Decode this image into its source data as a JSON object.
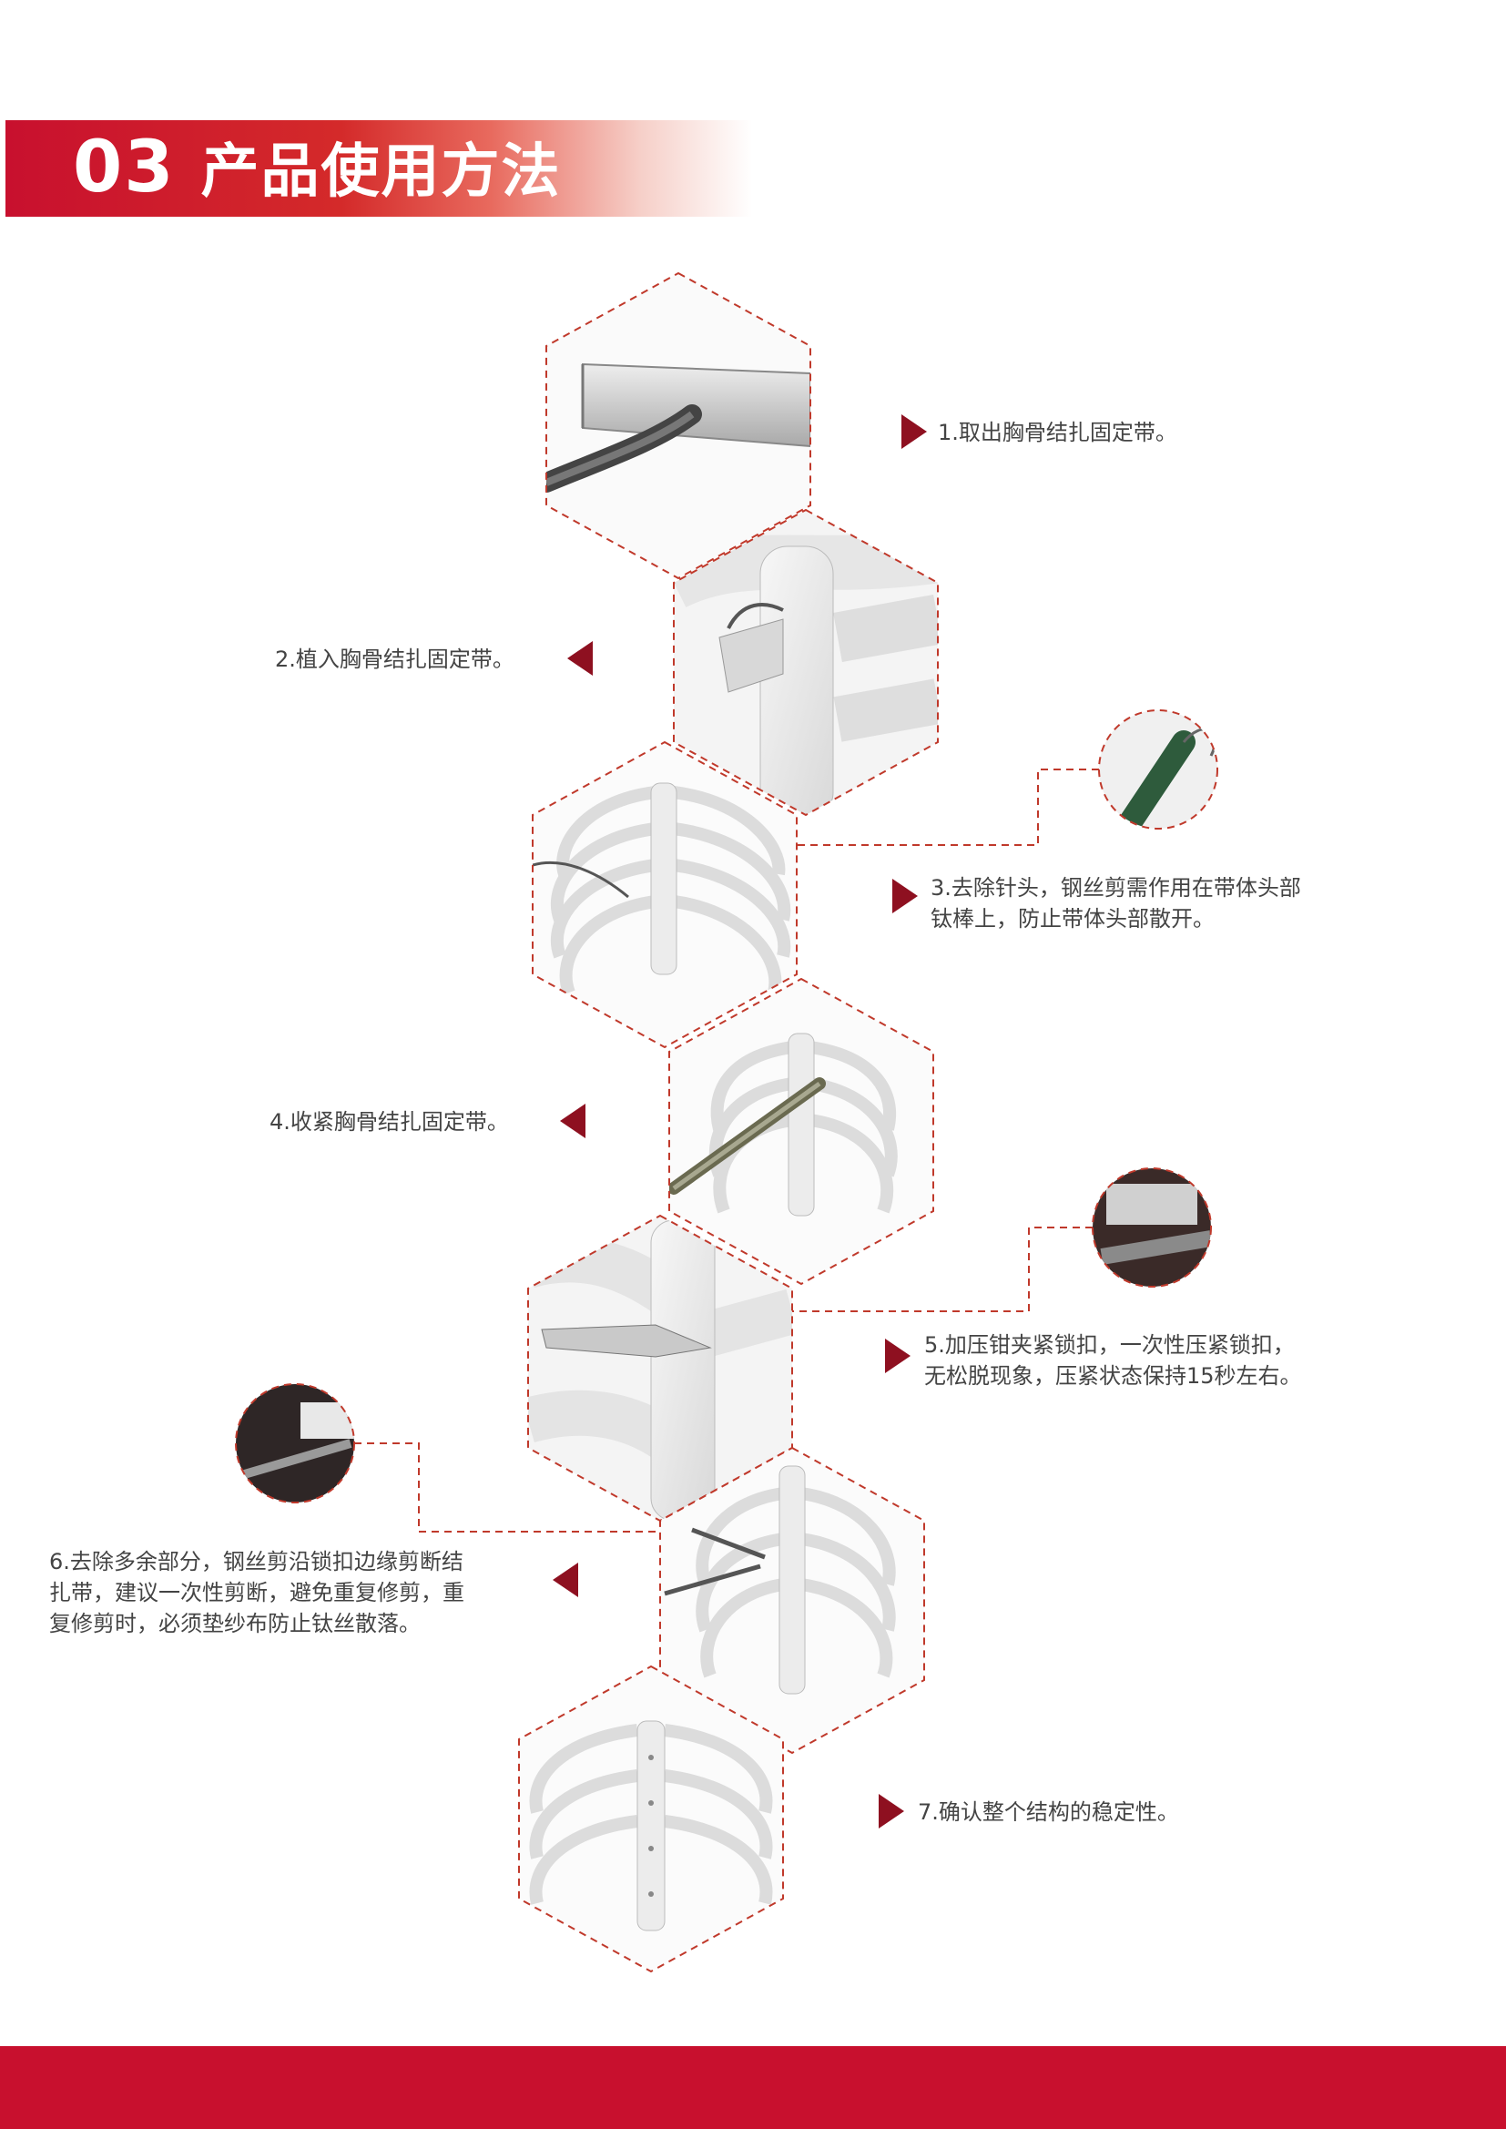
{
  "header": {
    "section_number": "03",
    "title": "产品使用方法"
  },
  "colors": {
    "brand_red": "#c8102e",
    "arrow_dark_red": "#8e1020",
    "dashed_line": "#c0392b"
  },
  "steps": [
    {
      "text": "1.取出胸骨结扎固定带。",
      "arrow": "triangle-right-icon"
    },
    {
      "text": "2.植入胸骨结扎固定带。",
      "arrow": "triangle-left-icon"
    },
    {
      "text_line1": "3.去除针头，钢丝剪需作用在带体头部",
      "text_line2": "钛棒上，防止带体头部散开。",
      "arrow": "triangle-right-icon"
    },
    {
      "text": "4.收紧胸骨结扎固定带。",
      "arrow": "triangle-left-icon"
    },
    {
      "text_line1": "5.加压钳夹紧锁扣，一次性压紧锁扣，",
      "text_line2": "无松脱现象，压紧状态保持15秒左右。",
      "arrow": "triangle-right-icon"
    },
    {
      "text_line1": "6.去除多余部分，钢丝剪沿锁扣边缘剪断结",
      "text_line2": "扎带，建议一次性剪断，避免重复修剪，重",
      "text_line3": "复修剪时，必须垫纱布防止钛丝散落。",
      "arrow": "triangle-left-icon"
    },
    {
      "text": "7.确认整个结构的稳定性。",
      "arrow": "triangle-right-icon"
    }
  ]
}
